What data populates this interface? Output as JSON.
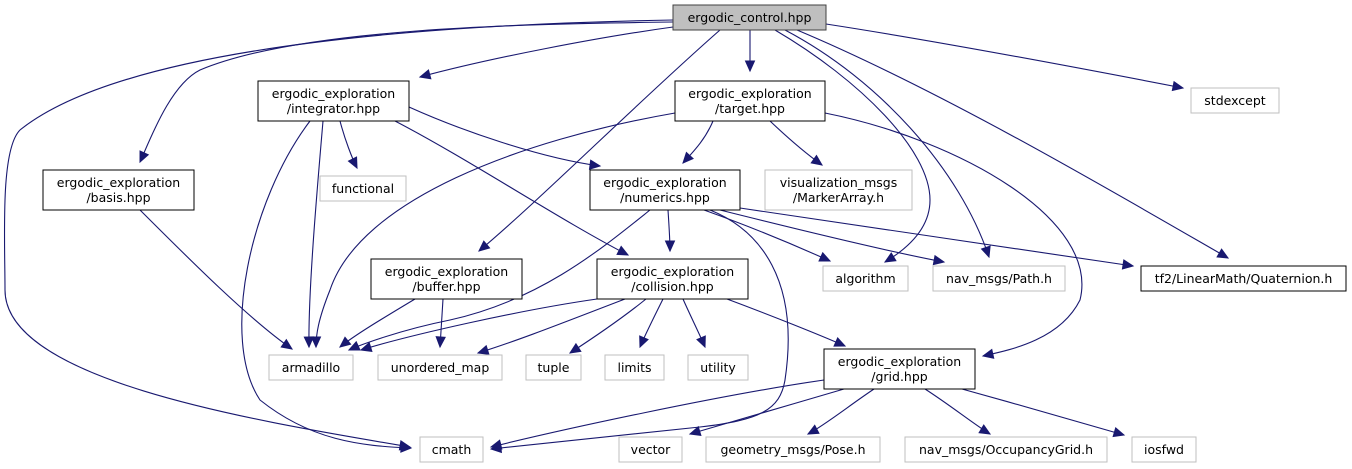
{
  "diagram": {
    "type": "include-dependency-graph",
    "root": "ergodic_control.hpp",
    "colors": {
      "root_fill": "#bfbfbf",
      "root_border": "#404040",
      "documented_border": "#000000",
      "external_border": "#bfbfbf",
      "edge": "#191970"
    },
    "nodes": [
      {
        "id": "root",
        "kind": "root",
        "lines": [
          "ergodic_control.hpp"
        ]
      },
      {
        "id": "integrator",
        "kind": "documented",
        "lines": [
          "ergodic_exploration",
          "/integrator.hpp"
        ]
      },
      {
        "id": "target",
        "kind": "documented",
        "lines": [
          "ergodic_exploration",
          "/target.hpp"
        ]
      },
      {
        "id": "stdexcept",
        "kind": "external",
        "lines": [
          "stdexcept"
        ]
      },
      {
        "id": "basis",
        "kind": "documented",
        "lines": [
          "ergodic_exploration",
          "/basis.hpp"
        ]
      },
      {
        "id": "functional",
        "kind": "external",
        "lines": [
          "functional"
        ]
      },
      {
        "id": "numerics",
        "kind": "documented",
        "lines": [
          "ergodic_exploration",
          "/numerics.hpp"
        ]
      },
      {
        "id": "markerarray",
        "kind": "external",
        "lines": [
          "visualization_msgs",
          "/MarkerArray.h"
        ]
      },
      {
        "id": "buffer",
        "kind": "documented",
        "lines": [
          "ergodic_exploration",
          "/buffer.hpp"
        ]
      },
      {
        "id": "collision",
        "kind": "documented",
        "lines": [
          "ergodic_exploration",
          "/collision.hpp"
        ]
      },
      {
        "id": "algorithm",
        "kind": "external",
        "lines": [
          "algorithm"
        ]
      },
      {
        "id": "path",
        "kind": "external",
        "lines": [
          "nav_msgs/Path.h"
        ]
      },
      {
        "id": "quaternion",
        "kind": "documented",
        "lines": [
          "tf2/LinearMath/Quaternion.h"
        ]
      },
      {
        "id": "armadillo",
        "kind": "external",
        "lines": [
          "armadillo"
        ]
      },
      {
        "id": "unordered_map",
        "kind": "external",
        "lines": [
          "unordered_map"
        ]
      },
      {
        "id": "tuple",
        "kind": "external",
        "lines": [
          "tuple"
        ]
      },
      {
        "id": "limits",
        "kind": "external",
        "lines": [
          "limits"
        ]
      },
      {
        "id": "utility",
        "kind": "external",
        "lines": [
          "utility"
        ]
      },
      {
        "id": "grid",
        "kind": "documented",
        "lines": [
          "ergodic_exploration",
          "/grid.hpp"
        ]
      },
      {
        "id": "cmath",
        "kind": "external",
        "lines": [
          "cmath"
        ]
      },
      {
        "id": "vector",
        "kind": "external",
        "lines": [
          "vector"
        ]
      },
      {
        "id": "pose",
        "kind": "external",
        "lines": [
          "geometry_msgs/Pose.h"
        ]
      },
      {
        "id": "occupancygrid",
        "kind": "external",
        "lines": [
          "nav_msgs/OccupancyGrid.h"
        ]
      },
      {
        "id": "iosfwd",
        "kind": "external",
        "lines": [
          "iosfwd"
        ]
      }
    ],
    "edges": [
      {
        "from": "root",
        "to": "integrator"
      },
      {
        "from": "root",
        "to": "target"
      },
      {
        "from": "root",
        "to": "stdexcept"
      },
      {
        "from": "root",
        "to": "basis"
      },
      {
        "from": "root",
        "to": "cmath"
      },
      {
        "from": "root",
        "to": "buffer"
      },
      {
        "from": "root",
        "to": "algorithm"
      },
      {
        "from": "root",
        "to": "path"
      },
      {
        "from": "root",
        "to": "quaternion"
      },
      {
        "from": "integrator",
        "to": "functional"
      },
      {
        "from": "integrator",
        "to": "numerics"
      },
      {
        "from": "integrator",
        "to": "collision"
      },
      {
        "from": "integrator",
        "to": "armadillo"
      },
      {
        "from": "integrator",
        "to": "cmath"
      },
      {
        "from": "target",
        "to": "numerics"
      },
      {
        "from": "target",
        "to": "markerarray"
      },
      {
        "from": "target",
        "to": "armadillo"
      },
      {
        "from": "target",
        "to": "grid"
      },
      {
        "from": "basis",
        "to": "armadillo"
      },
      {
        "from": "numerics",
        "to": "collision"
      },
      {
        "from": "numerics",
        "to": "armadillo"
      },
      {
        "from": "numerics",
        "to": "algorithm"
      },
      {
        "from": "numerics",
        "to": "path"
      },
      {
        "from": "numerics",
        "to": "quaternion"
      },
      {
        "from": "numerics",
        "to": "cmath"
      },
      {
        "from": "buffer",
        "to": "armadillo"
      },
      {
        "from": "buffer",
        "to": "unordered_map"
      },
      {
        "from": "collision",
        "to": "armadillo"
      },
      {
        "from": "collision",
        "to": "unordered_map"
      },
      {
        "from": "collision",
        "to": "tuple"
      },
      {
        "from": "collision",
        "to": "limits"
      },
      {
        "from": "collision",
        "to": "utility"
      },
      {
        "from": "collision",
        "to": "grid"
      },
      {
        "from": "grid",
        "to": "cmath"
      },
      {
        "from": "grid",
        "to": "vector"
      },
      {
        "from": "grid",
        "to": "pose"
      },
      {
        "from": "grid",
        "to": "occupancygrid"
      },
      {
        "from": "grid",
        "to": "iosfwd"
      }
    ]
  }
}
